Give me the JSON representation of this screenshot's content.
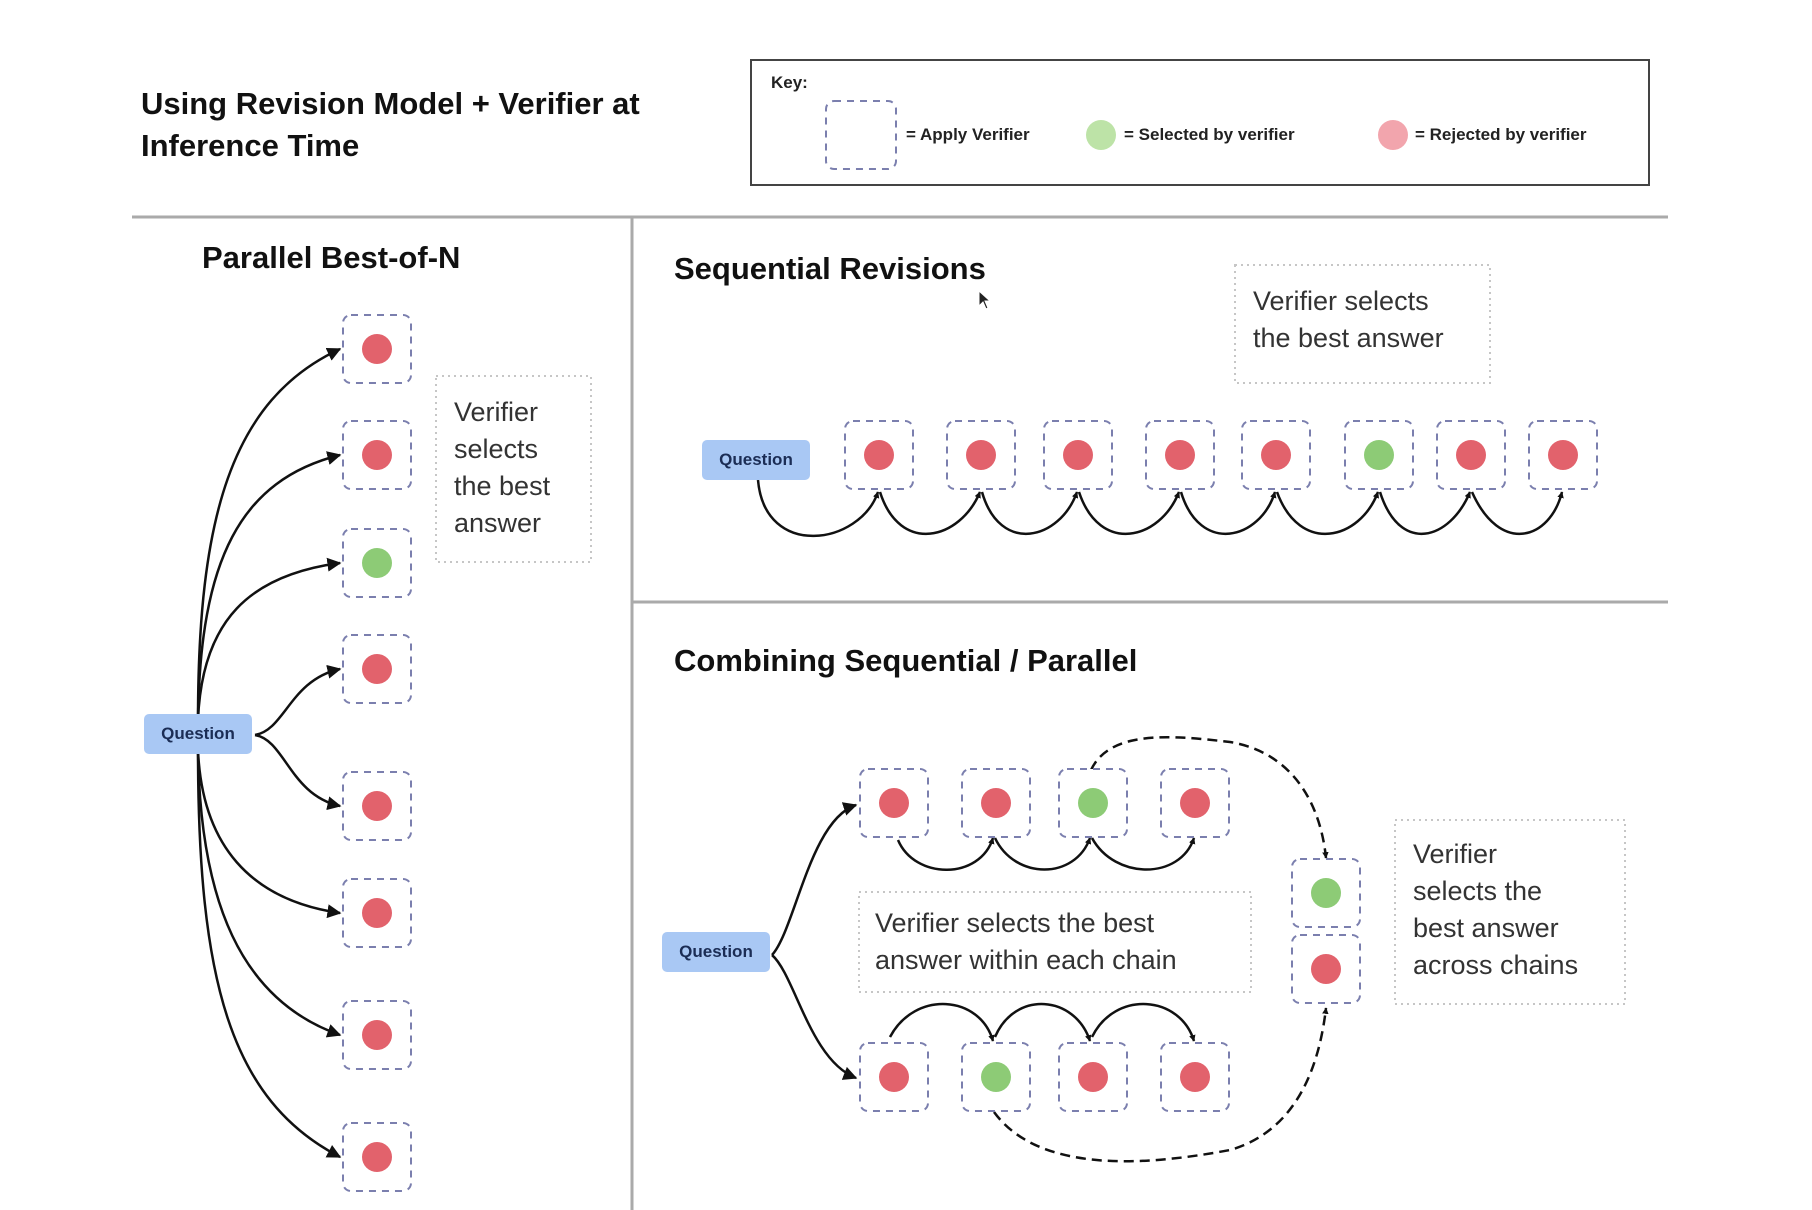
{
  "header": {
    "title_line1": "Using Revision Model + Verifier at",
    "title_line2": "Inference Time"
  },
  "key": {
    "label": "Key:",
    "apply_verifier": "= Apply Verifier",
    "selected": "= Selected by verifier",
    "rejected": "= Rejected by verifier"
  },
  "colors": {
    "rejected": "#e2626c",
    "selected": "#8dcb76",
    "rejected_light": "#f2a5ad",
    "selected_light": "#bde3a7",
    "question_bg": "#a9c8f4",
    "box_border": "#7b7fae"
  },
  "parallel": {
    "title": "Parallel Best-of-N",
    "question": "Question",
    "answers": [
      "rejected",
      "rejected",
      "selected",
      "rejected",
      "rejected",
      "rejected",
      "rejected",
      "rejected"
    ],
    "note_lines": [
      "Verifier",
      "selects",
      "the best",
      "answer"
    ]
  },
  "sequential": {
    "title": "Sequential Revisions",
    "question": "Question",
    "answers": [
      "rejected",
      "rejected",
      "rejected",
      "rejected",
      "rejected",
      "selected",
      "rejected",
      "rejected"
    ],
    "note_lines": [
      "Verifier selects",
      "the best answer"
    ]
  },
  "combined": {
    "title": "Combining Sequential / Parallel",
    "question": "Question",
    "chain_top": [
      "rejected",
      "rejected",
      "selected",
      "rejected"
    ],
    "chain_bottom": [
      "rejected",
      "selected",
      "rejected",
      "rejected"
    ],
    "final": [
      "selected",
      "rejected"
    ],
    "within_note_lines": [
      "Verifier selects the best",
      "answer within each chain"
    ],
    "across_note_lines": [
      "Verifier",
      "selects the",
      "best answer",
      "across chains"
    ]
  },
  "icons": {
    "cursor": "cursor-icon",
    "arrow": "arrowhead-icon"
  }
}
